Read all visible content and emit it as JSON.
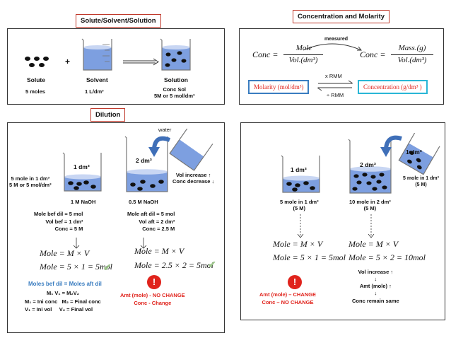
{
  "titles": {
    "solute_solvent": "Solute/Solvent/Solution",
    "conc_molarity": "Concentration and Molarity",
    "dilution": "Dilution"
  },
  "top_left": {
    "solute_label": "Solute",
    "solute_amount": "5 moles",
    "plus": "+",
    "solvent_label": "Solvent",
    "solvent_amount": "1 L/dm³",
    "solution_label": "Solution",
    "solution_conc_line1": "Conc Sol",
    "solution_conc_line2": "5M or 5 mol/dm³"
  },
  "top_right": {
    "measured": "measured",
    "formula1_lhs": "Conc =",
    "formula1_num": "Mole",
    "formula1_den": "Vol.(dm³)",
    "formula2_lhs": "Conc =",
    "formula2_num": "Mass.(g)",
    "formula2_den": "Vol.(dm³)",
    "molarity_box": "Molarity (mol/dm³)",
    "concentration_box": "Concentration (g/dm³ )",
    "times_rmm": "x  RMM",
    "div_rmm": "÷ RMM",
    "colors": {
      "molarity_border": "#3a7dc0",
      "concentration_border": "#29b6d6"
    }
  },
  "bottom_left": {
    "water": "water",
    "beaker1_vol": "1 dm³",
    "beaker2_vol": "2 dm³",
    "left_desc_line1": "5 mole in 1 dm³",
    "left_desc_line2": "5 M or 5 mol/dm³",
    "vol_increase": "Vol increase ↑",
    "conc_decrease": "Conc decrease ↓",
    "beaker1_name": "1 M NaOH",
    "beaker2_name": "0.5 M NaOH",
    "bef_line1": "Mole bef dil =  5  mol",
    "bef_line2": "Vol bef = 1 dm³",
    "bef_line3": "Conc = 5 M",
    "aft_line1": "Mole aft dil = 5  mol",
    "aft_line2": "Vol aft = 2 dm³",
    "aft_line3": "Conc  = 2.5 M",
    "eq1a": "Mole = M × V",
    "eq1b": "Mole = 5 × 1 = 5mol",
    "eq2a": "Mole = M × V",
    "eq2b": "Mole = 2.5 × 2 = 5mol",
    "moles_eq_title": "Moles bef dil = Moles aft dil",
    "m1v1": "M₁ V₁ = M₂V₂",
    "m1_def": "M₁ = Ini conc",
    "m2_def": "M₂ = Final conc",
    "v1_def": "V₁ = Ini vol",
    "v2_def": "V₂ = Final vol",
    "amt_nochange": "Amt (mole) - NO CHANGE",
    "conc_change": "Conc - Change",
    "exclaim": "!"
  },
  "bottom_right": {
    "beaker1_vol": "1 dm³",
    "beaker2_vol": "2 dm³",
    "beaker3_vol": "1 dm³",
    "beaker1_desc1": "5 mole in 1 dm³",
    "beaker1_desc2": "(5 M)",
    "beaker2_desc1": "10 mole in 2 dm³",
    "beaker2_desc2": "(5 M)",
    "beaker3_desc1": "5 mole in 1 dm³",
    "beaker3_desc2": "(5 M)",
    "eq1a": "Mole = M × V",
    "eq1b": "Mole = 5 × 1 = 5mol",
    "eq2a": "Mole = M × V",
    "eq2b": "Mole = 5 × 2 = 10mol",
    "vol_increase": "Vol increase ↑",
    "amt_increase": "Amt (mole) ↑",
    "conc_same": "Conc remain same",
    "arrow_down": "↓",
    "amt_change": "Amt (mole) – CHANGE",
    "conc_nochange": "Conc – NO CHANGE",
    "exclaim": "!"
  },
  "colors": {
    "title_border": "#c0392b",
    "water_fill": "#7d9fe0",
    "water_light": "#c8d6f3",
    "red_text": "#e0231c",
    "blue_text": "#3a7dc0",
    "arrow_blue": "#3f6fb8",
    "check_green": "#9bc48a"
  }
}
